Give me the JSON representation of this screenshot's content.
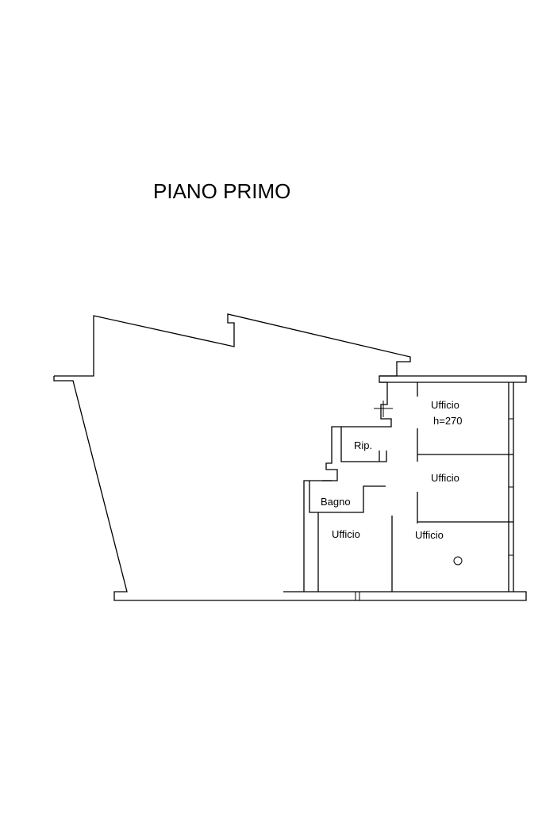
{
  "plan": {
    "title": "PIANO PRIMO",
    "rooms": {
      "ufficio_top_right": "Ufficio",
      "ufficio_top_right_height": "h=270",
      "rip": "Rip.",
      "ufficio_mid_right": "Ufficio",
      "bagno": "Bagno",
      "ufficio_bottom_left": "Ufficio",
      "ufficio_bottom_right": "Ufficio"
    }
  }
}
